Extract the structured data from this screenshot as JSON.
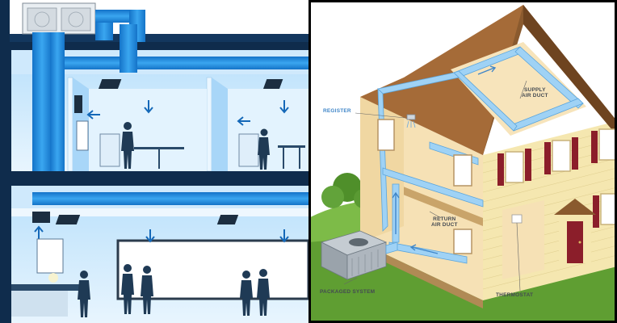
{
  "right_panel": {
    "labels": {
      "register": "REGISTER",
      "supply_line1": "SUPPLY",
      "supply_line2": "AIR DUCT",
      "return_line1": "RETURN",
      "return_line2": "AIR DUCT",
      "packaged_system": "PACKAGED SYSTEM",
      "thermostat": "THERMOSTAT"
    }
  },
  "colors": {
    "duct_blue": "#1e8fe0",
    "duct_light": "#a9d8ff",
    "wall_blue": "#d9eefc",
    "roof_brown": "#8a5a2e",
    "siding": "#f3e7b4",
    "shutter_red": "#8b1e2a",
    "grass": "#6fae3c",
    "frame_dark": "#0f2c4c"
  }
}
